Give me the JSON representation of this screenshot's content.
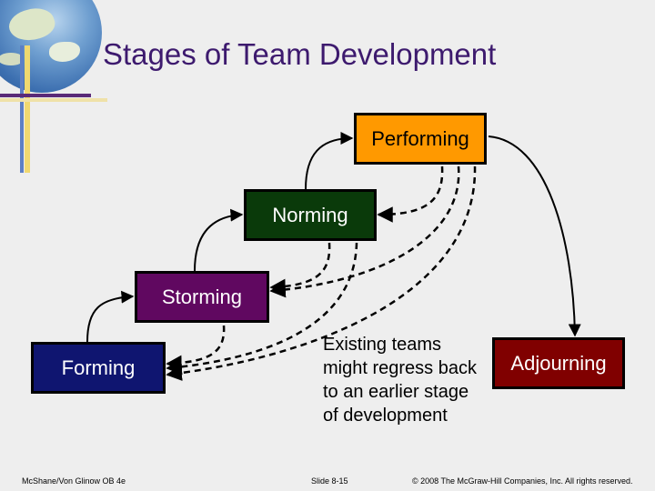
{
  "title": "Stages of Team Development",
  "stages": {
    "performing": "Performing",
    "norming": "Norming",
    "storming": "Storming",
    "forming": "Forming",
    "adjourning": "Adjourning"
  },
  "note": "Existing teams might regress back to an earlier stage of development",
  "footer": {
    "left": "McShane/Von Glinow OB 4e",
    "middle": "Slide 8-15",
    "right": "© 2008 The McGraw-Hill Companies, Inc. All rights reserved."
  },
  "colors": {
    "performing": "#ff9900",
    "norming": "#0a3a0a",
    "storming": "#600860",
    "forming": "#0f1570",
    "adjourning": "#800000",
    "title": "#3d1a6e"
  }
}
